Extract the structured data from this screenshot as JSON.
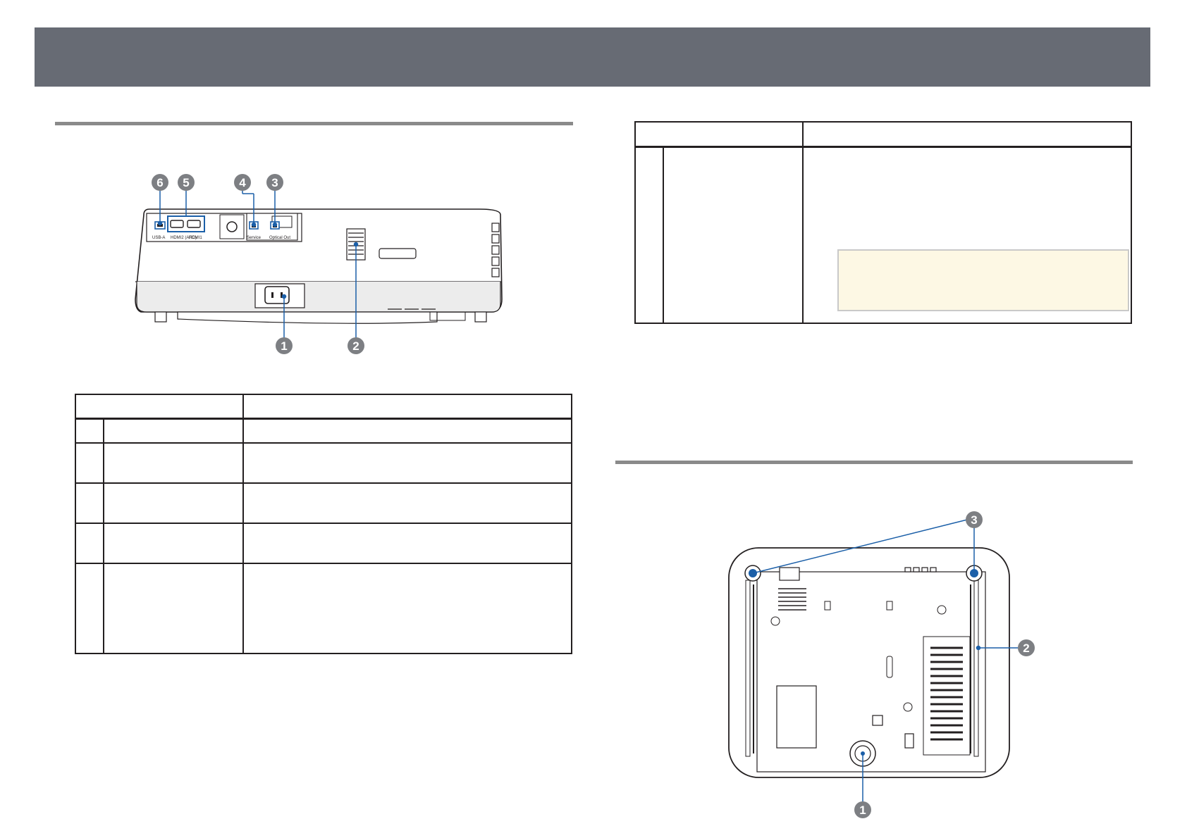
{
  "header": {
    "title": ""
  },
  "rear_section": {
    "heading": "",
    "caption": "",
    "port_labels": [
      "USB-A",
      "HDMI2 (ARC)",
      "HDMI1",
      "Service",
      "Optical Out"
    ],
    "callouts": [
      "6",
      "5",
      "4",
      "3",
      "1",
      "2"
    ],
    "table": {
      "headers": [
        "",
        ""
      ],
      "rows": [
        {
          "num": "",
          "name": "",
          "desc": ""
        },
        {
          "num": "",
          "name": "",
          "desc": ""
        },
        {
          "num": "",
          "name": "",
          "desc": ""
        },
        {
          "num": "",
          "name": "",
          "desc": ""
        },
        {
          "num": "",
          "name": "",
          "desc": ""
        }
      ]
    }
  },
  "continued_table": {
    "headers": [
      "",
      ""
    ],
    "rows": [
      {
        "num": "",
        "name": "",
        "desc": "",
        "note": ""
      }
    ]
  },
  "base_section": {
    "heading": "",
    "caption": "",
    "callouts": [
      "3",
      "2",
      "1"
    ]
  },
  "colors": {
    "header_bar": "#676b74",
    "callout_blue": "#1b5fa8",
    "callout_gray": "#7d7f83",
    "note_bg": "#fdf8e4"
  }
}
